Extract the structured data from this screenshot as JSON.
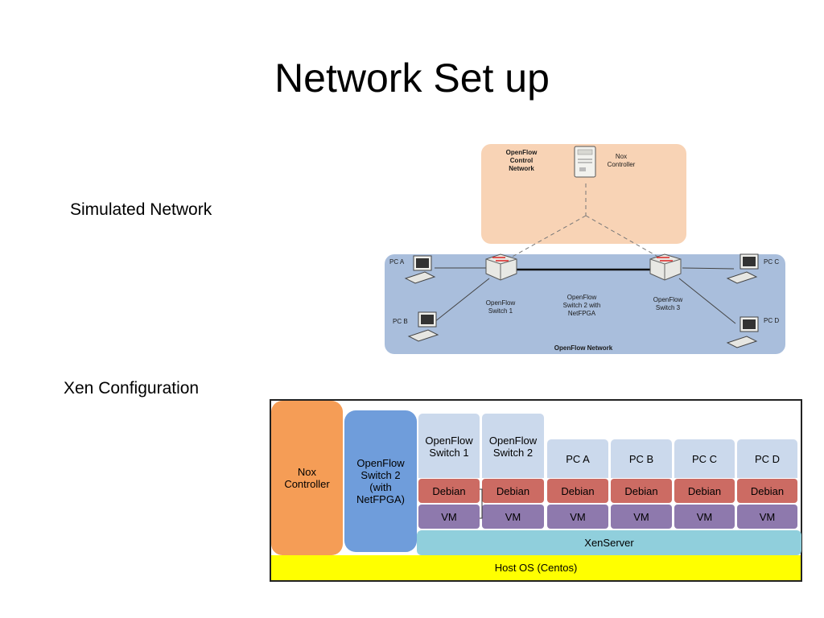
{
  "slide": {
    "title": "Network Set up",
    "section_simulated": "Simulated Network",
    "section_xen": "Xen Configuration"
  },
  "network": {
    "control_network_label": "OpenFlow\nControl\nNetwork",
    "controller_label": "Nox\nController",
    "network_label": "OpenFlow Network",
    "switch1_label": "OpenFlow\nSwitch 1",
    "switch2_label": "OpenFlow\nSwitch 2  with\nNetFPGA",
    "switch3_label": "OpenFlow\nSwitch 3",
    "pc_a": "PC A",
    "pc_b": "PC B",
    "pc_c": "PC C",
    "pc_d": "PC D",
    "colors": {
      "control_bg": "#f8d3b5",
      "network_bg": "#a9bedc"
    }
  },
  "xen": {
    "nox_controller": "Nox\nController",
    "ofs2": "OpenFlow\nSwitch 2\n(with\nNetFPGA)",
    "vms": [
      {
        "name": "OpenFlow\nSwitch 1",
        "os": "Debian",
        "vm": "VM"
      },
      {
        "name": "OpenFlow\nSwitch 2",
        "os": "Debian",
        "vm": "VM"
      },
      {
        "name": "PC A",
        "os": "Debian",
        "vm": "VM"
      },
      {
        "name": "PC B",
        "os": "Debian",
        "vm": "VM"
      },
      {
        "name": "PC C",
        "os": "Debian",
        "vm": "VM"
      },
      {
        "name": "PC D",
        "os": "Debian",
        "vm": "VM"
      }
    ],
    "xenserver": "XenServer",
    "host_os": "Host OS (Centos)",
    "colors": {
      "nox": "#f59d56",
      "ofs2": "#6f9ddb",
      "vm_name": "#cbd9ec",
      "debian": "#cc6b63",
      "vm": "#8e79ad",
      "xenserver": "#90cfdc",
      "host": "#ffff00"
    }
  }
}
